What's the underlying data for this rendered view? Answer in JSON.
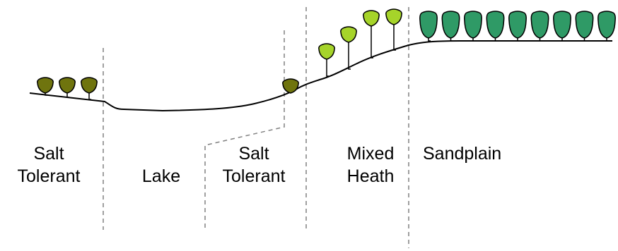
{
  "zones": [
    {
      "line1": "Salt",
      "line2": "Tolerant"
    },
    {
      "line1": "Lake",
      "line2": ""
    },
    {
      "line1": "Salt",
      "line2": "Tolerant"
    },
    {
      "line1": "Mixed",
      "line2": "Heath"
    },
    {
      "line1": "Sandplain",
      "line2": ""
    }
  ],
  "colors": {
    "salt_tolerant_tree": "#6f740e",
    "mixed_heath_tree": "#a6d42a",
    "sandplain_tree": "#2f9a66",
    "ground_line": "#000000",
    "divider": "#808080"
  },
  "icons": {
    "tree": "tree-icon"
  }
}
